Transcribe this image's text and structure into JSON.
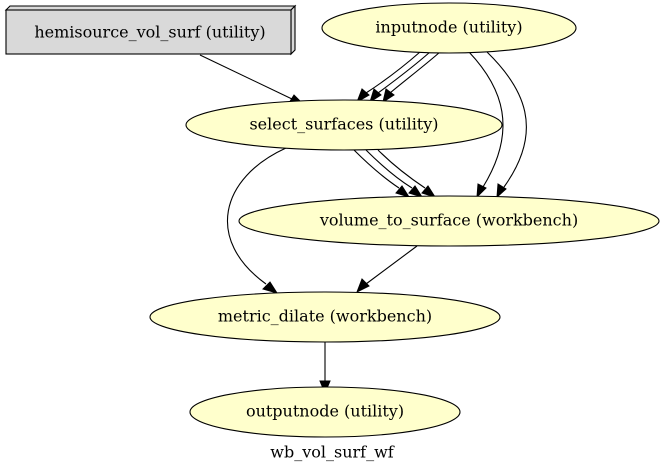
{
  "graph": {
    "label": "wb_vol_surf_wf",
    "colors": {
      "utility_fill": "#ffffcc",
      "source_fill": "#d9d9d9",
      "stroke": "#000000"
    },
    "nodes": {
      "hemisource": "hemisource_vol_surf (utility)",
      "inputnode": "inputnode (utility)",
      "select_surfaces": "select_surfaces (utility)",
      "volume_to_surface": "volume_to_surface (workbench)",
      "metric_dilate": "metric_dilate (workbench)",
      "outputnode": "outputnode (utility)"
    },
    "edges": [
      {
        "from": "hemisource",
        "to": "select_surfaces"
      },
      {
        "from": "inputnode",
        "to": "select_surfaces"
      },
      {
        "from": "inputnode",
        "to": "select_surfaces"
      },
      {
        "from": "inputnode",
        "to": "select_surfaces"
      },
      {
        "from": "inputnode",
        "to": "volume_to_surface"
      },
      {
        "from": "inputnode",
        "to": "volume_to_surface"
      },
      {
        "from": "select_surfaces",
        "to": "volume_to_surface"
      },
      {
        "from": "select_surfaces",
        "to": "volume_to_surface"
      },
      {
        "from": "select_surfaces",
        "to": "volume_to_surface"
      },
      {
        "from": "select_surfaces",
        "to": "metric_dilate"
      },
      {
        "from": "volume_to_surface",
        "to": "metric_dilate"
      },
      {
        "from": "metric_dilate",
        "to": "outputnode"
      }
    ]
  }
}
